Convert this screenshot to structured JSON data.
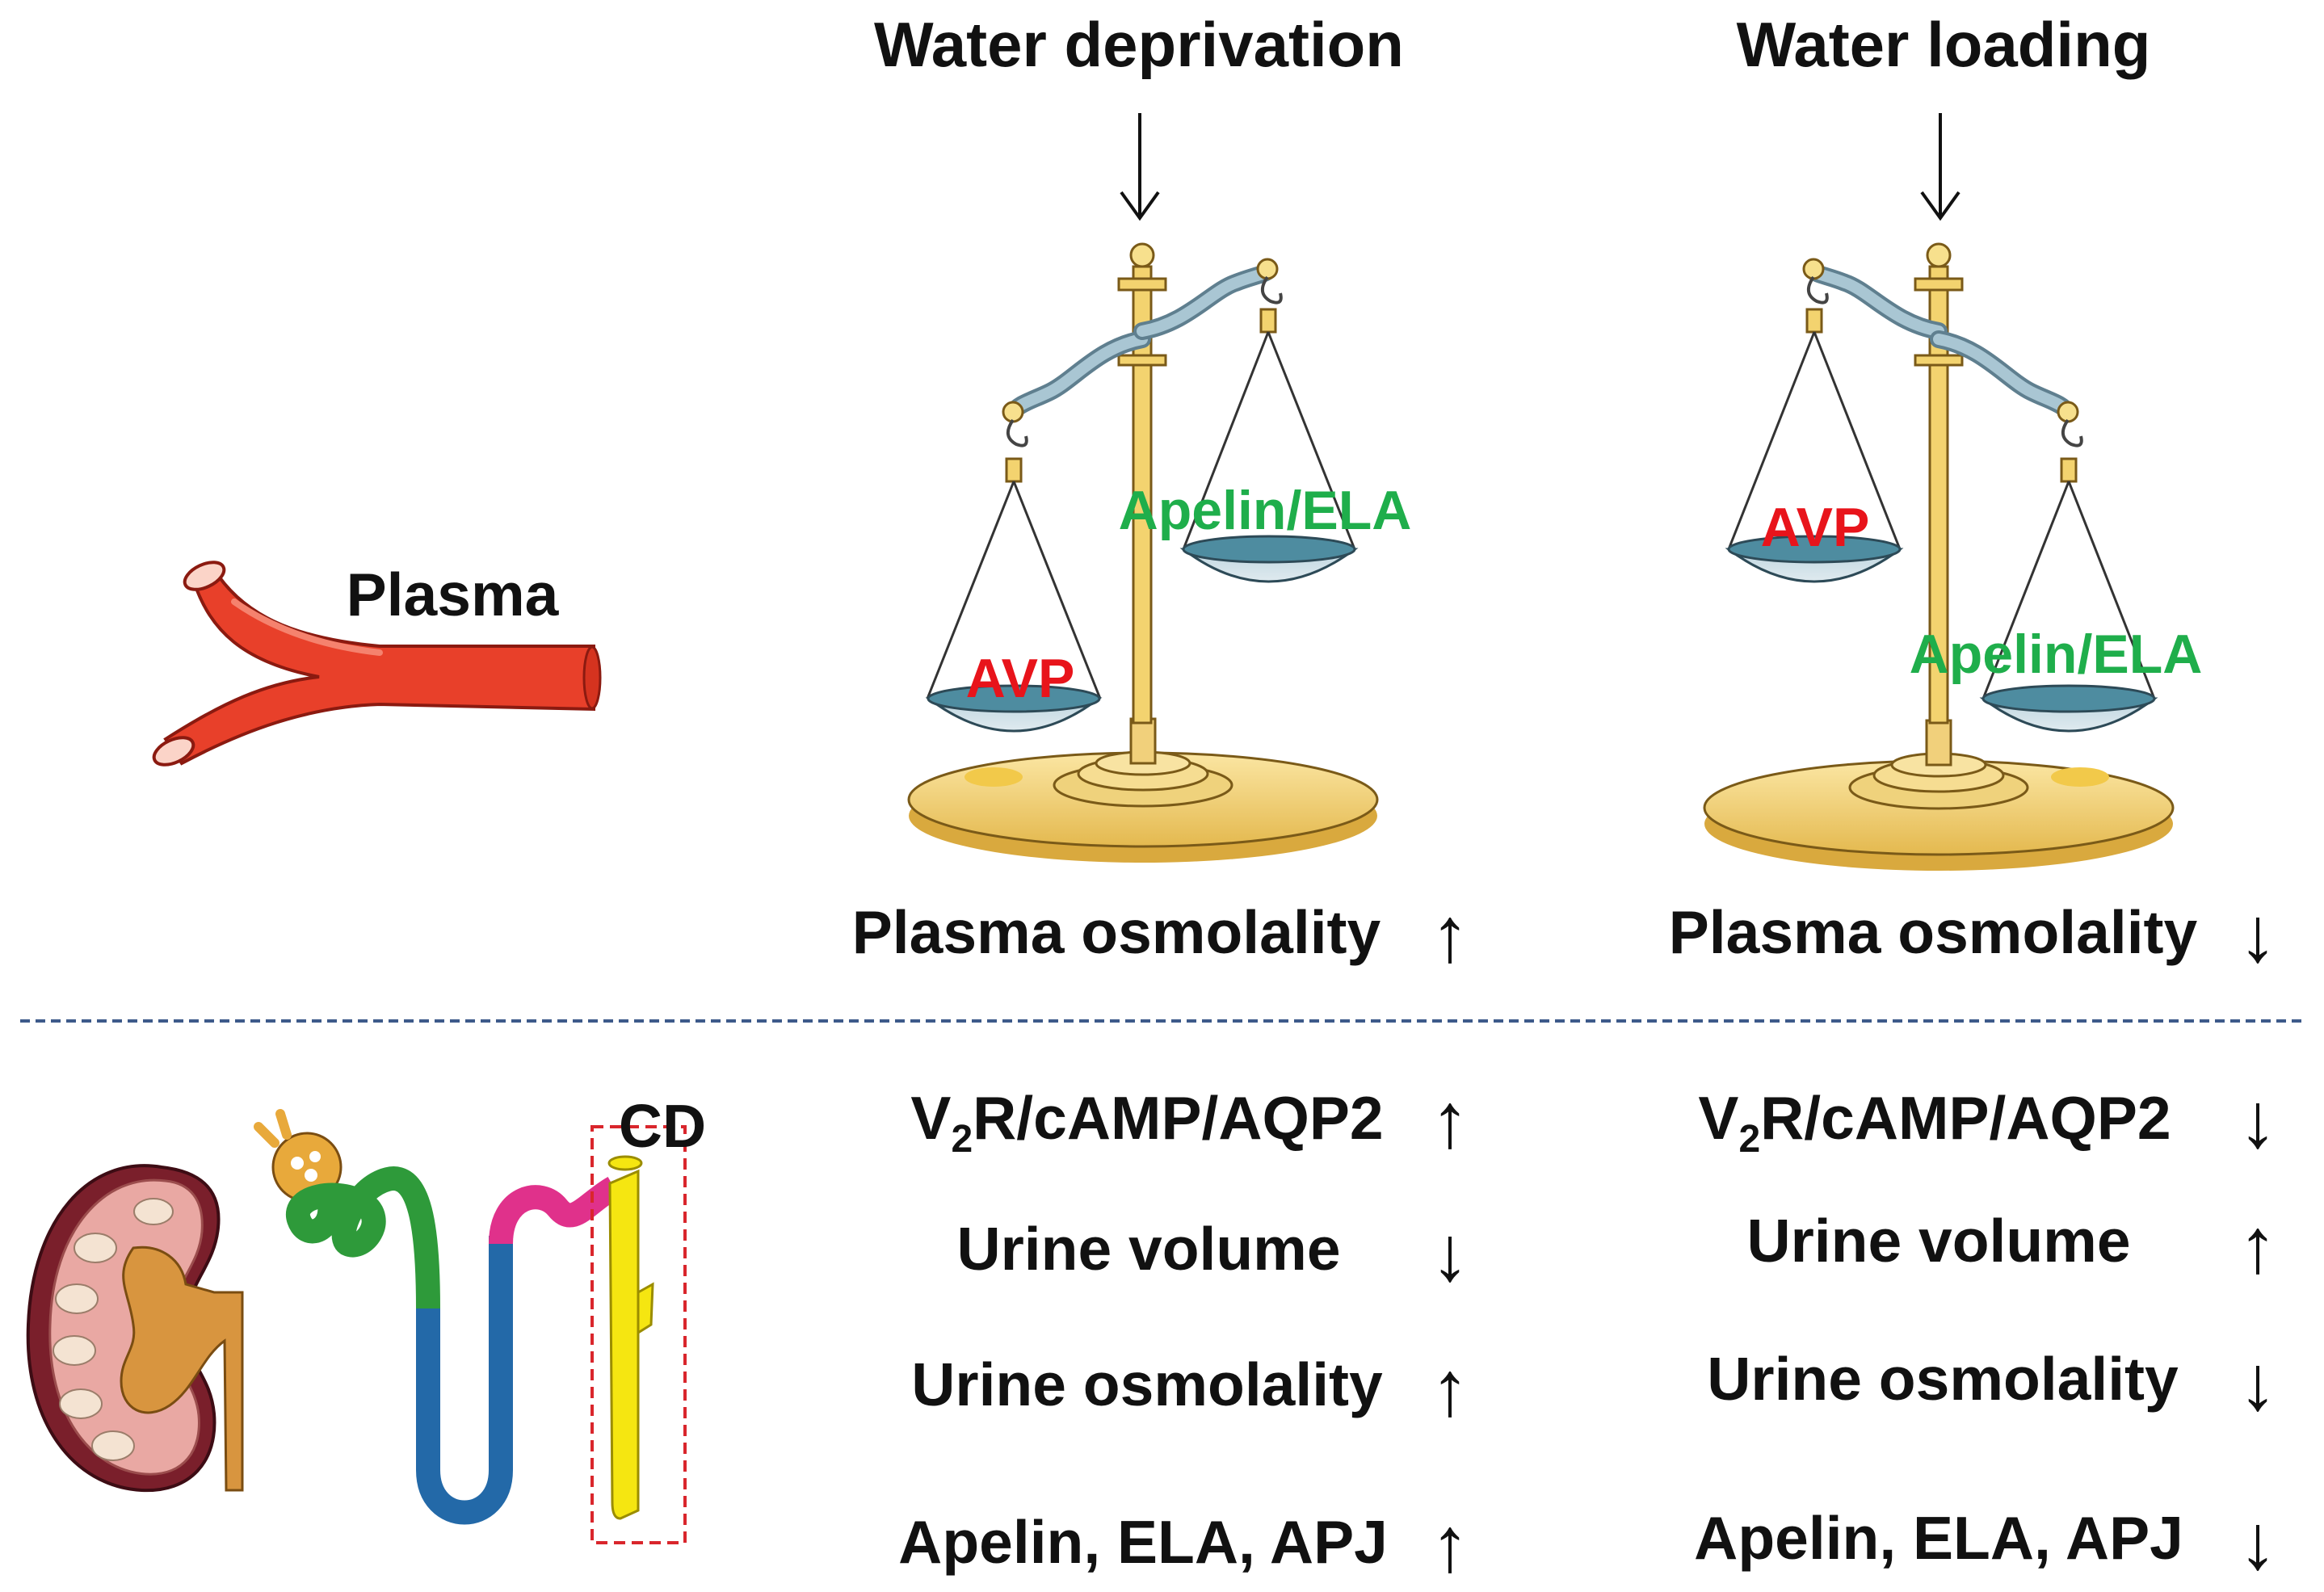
{
  "conditions": {
    "left_title": "Water deprivation",
    "right_title": "Water loading"
  },
  "plasma_label": "Plasma",
  "cd_label": "CD",
  "scales": {
    "avp_label": "AVP",
    "apelin_ela_label": "Apelin/ELA"
  },
  "plasma_osmolality": {
    "label": "Plasma osmolality",
    "left_direction": "↑",
    "right_direction": "↓"
  },
  "kidney_rows": [
    {
      "label_main": "V",
      "label_sub": "2",
      "label_rest": "R/cAMP/AQP2",
      "left_direction": "↑",
      "right_direction": "↓"
    },
    {
      "label": "Urine volume",
      "left_direction": "↓",
      "right_direction": "↑"
    },
    {
      "label": "Urine osmolality",
      "left_direction": "↑",
      "right_direction": "↓"
    },
    {
      "label": "Apelin, ELA, APJ",
      "left_direction": "↑",
      "right_direction": "↓"
    }
  ],
  "colors": {
    "avp": "#e8141b",
    "apelin_ela": "#1fae4b",
    "vessel": "#e8402a",
    "divider": "#3d5a8a",
    "cd_box": "#d9262c",
    "collecting_duct": "#f5e611",
    "tubule_green": "#2e9a3a",
    "tubule_blue": "#2369a8",
    "tubule_pink": "#e0318b",
    "scale_gold": "#e9c15a",
    "scale_beam": "#8fb3c4"
  }
}
